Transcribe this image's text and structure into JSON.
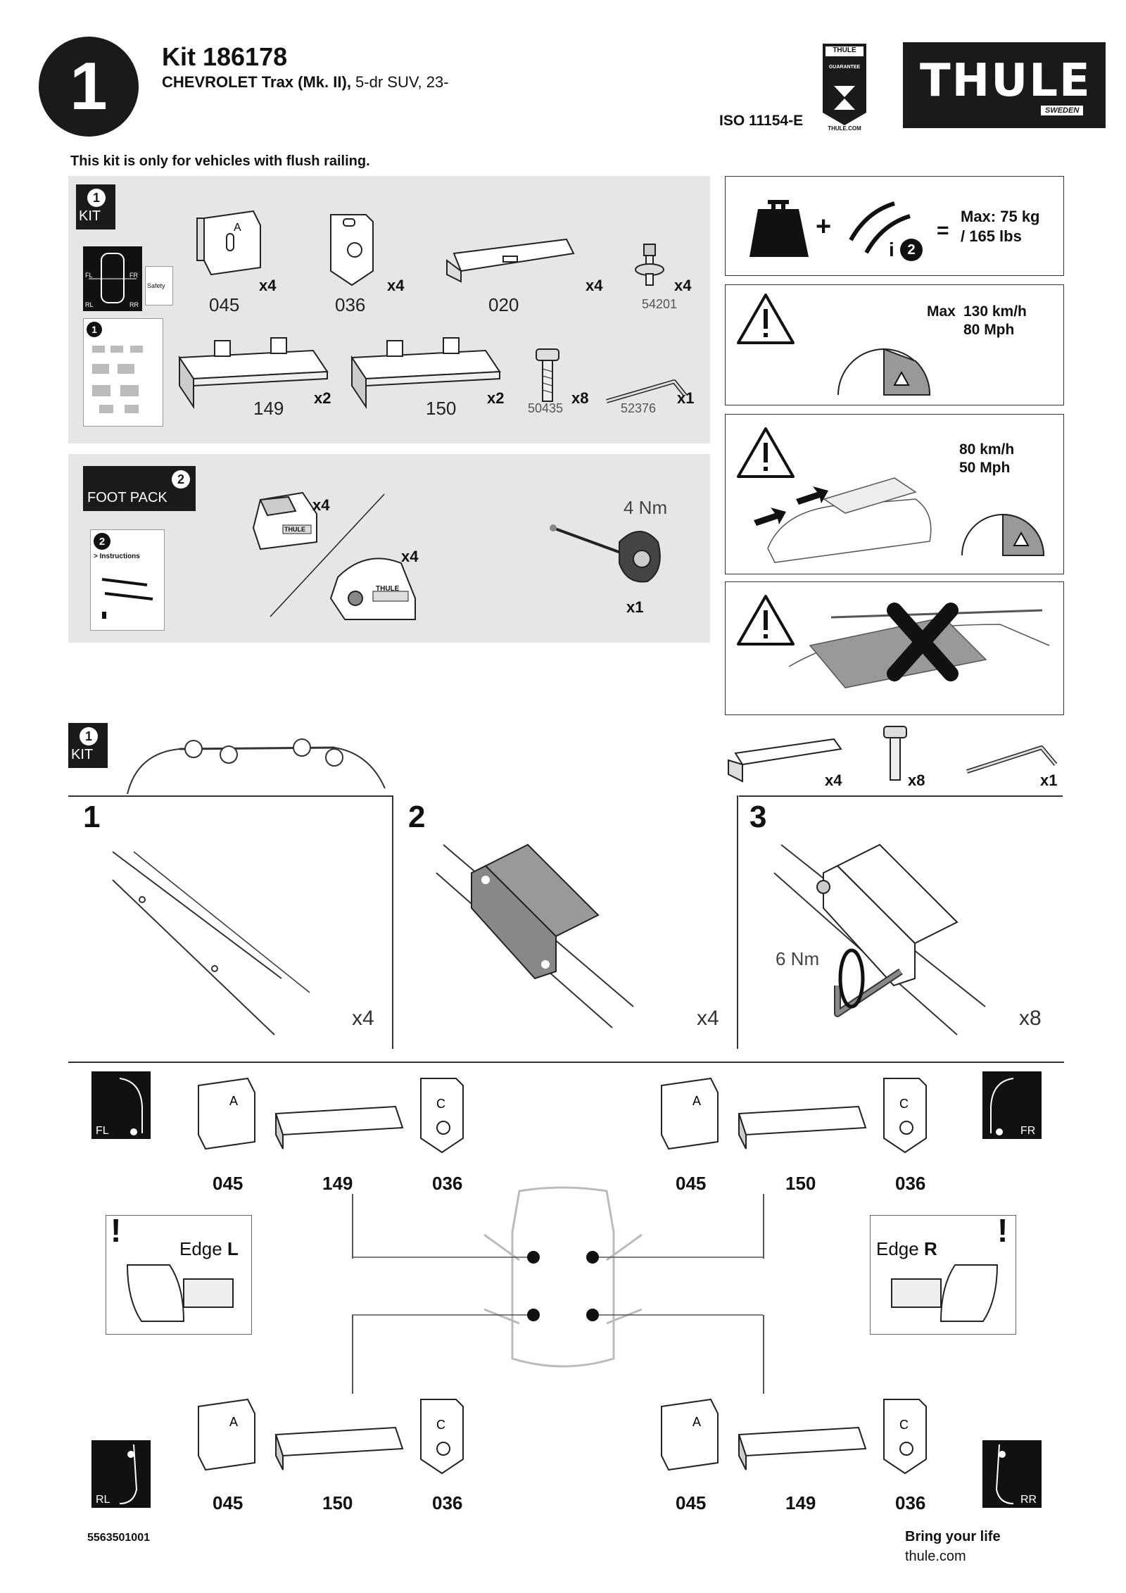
{
  "header": {
    "step_number": "1",
    "kit_title": "Kit 186178",
    "vehicle_bold": "CHEVROLET Trax (Mk. II),",
    "vehicle_rest": " 5-dr SUV, 23-",
    "iso": "ISO 11154-E",
    "brand": "THULE",
    "brand_sub": "SWEDEN",
    "guarantee_top": "THULE",
    "guarantee_mid": "GUARANTEE",
    "guarantee_url": "THULE.COM"
  },
  "note": "This kit is only for vehicles with flush railing.",
  "kit_panel": {
    "badge_num": "1",
    "badge_label": "KIT",
    "booklet_label": "Safety",
    "booklet_num": "1",
    "fl": "FL",
    "fr": "FR",
    "rl": "RL",
    "rr": "RR",
    "parts": [
      {
        "code": "045",
        "qty": "x4"
      },
      {
        "code": "036",
        "qty": "x4"
      },
      {
        "code": "020",
        "qty": "x4"
      },
      {
        "code": "54201",
        "qty": "x4"
      },
      {
        "code": "149",
        "qty": "x2"
      },
      {
        "code": "150",
        "qty": "x2"
      },
      {
        "code": "50435",
        "qty": "x8"
      },
      {
        "code": "52376",
        "qty": "x1"
      }
    ]
  },
  "foot_panel": {
    "badge_num": "2",
    "badge_label": "FOOT PACK",
    "booklet_num": "2",
    "booklet_label": "> Instructions",
    "foot_qty_1": "x4",
    "foot_qty_2": "x4",
    "torque": "4 Nm",
    "tool_qty": "x1",
    "foot_brand": "THULE"
  },
  "warnings": {
    "load_max": "Max: 75 kg",
    "load_lbs": "/ 165 lbs",
    "load_info": "2",
    "speed_max_label": "Max",
    "speed_kmh": "130 km/h",
    "speed_mph": "80 Mph",
    "load_speed_kmh": "80 km/h",
    "load_speed_mph": "50 Mph"
  },
  "steps": {
    "badge_num": "1",
    "badge_label": "KIT",
    "header_qty": [
      "x4",
      "x8",
      "x1"
    ],
    "step1": {
      "num": "1",
      "qty": "x4"
    },
    "step2": {
      "num": "2",
      "qty": "x4"
    },
    "step3": {
      "num": "3",
      "qty": "x8",
      "torque": "6 Nm"
    }
  },
  "positions": {
    "fl": {
      "corner": "FL",
      "codes": [
        "045",
        "149",
        "036"
      ]
    },
    "fr": {
      "corner": "FR",
      "codes": [
        "045",
        "150",
        "036"
      ]
    },
    "rl": {
      "corner": "RL",
      "codes": [
        "045",
        "150",
        "036"
      ]
    },
    "rr": {
      "corner": "RR",
      "codes": [
        "045",
        "149",
        "036"
      ]
    },
    "edge_l_word": "Edge ",
    "edge_l_letter": "L",
    "edge_r_word": "Edge ",
    "edge_r_letter": "R"
  },
  "footer": {
    "part_number": "5563501001",
    "slogan": "Bring your life",
    "url": "thule.com"
  }
}
